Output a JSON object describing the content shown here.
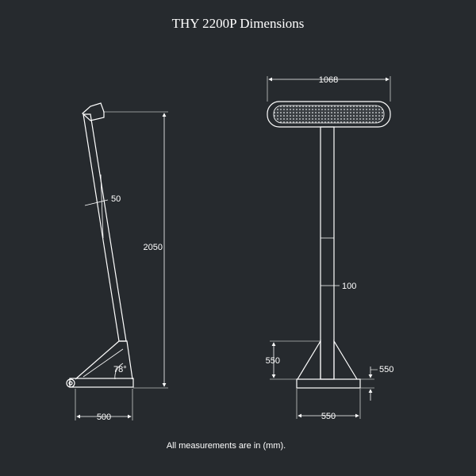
{
  "title": "THY 2200P Dimensions",
  "footnote": "All measurements are in (mm).",
  "colors": {
    "background": "#262a2e",
    "lines": "#ffffff",
    "heater_mesh": "#b9bcbf"
  },
  "side_view": {
    "height": "2050",
    "pole_width": "50",
    "angle": "78°",
    "base_depth": "500"
  },
  "front_view": {
    "heater_length": "1068",
    "pole_width": "100",
    "bracket_height": "550",
    "base_width": "550",
    "base_depth": "550"
  }
}
